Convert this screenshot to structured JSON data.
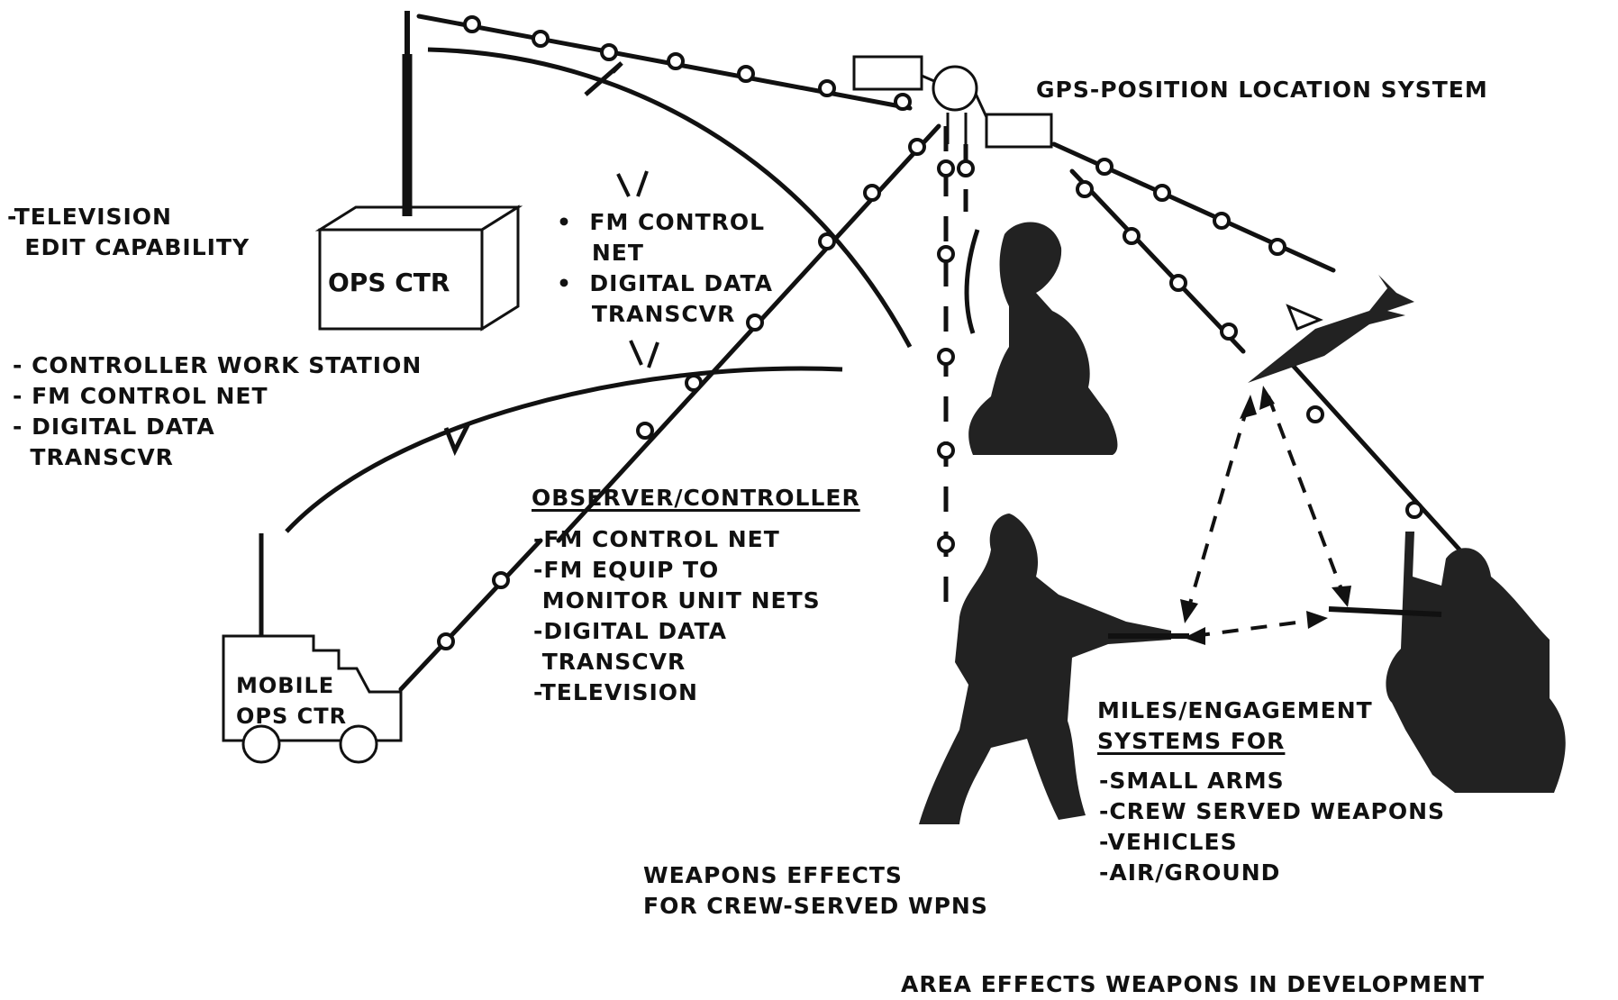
{
  "labels": {
    "gps": "GPS-POSITION LOCATION SYSTEM",
    "tv_edit": [
      "-TELEVISION",
      "  EDIT CAPABILITY"
    ],
    "ops_ctr": "OPS CTR",
    "fm_digital": [
      "•  FM CONTROL",
      "    NET",
      "•  DIGITAL DATA",
      "    TRANSCVR"
    ],
    "controller_ws": [
      "- CONTROLLER WORK STATION",
      "- FM CONTROL NET",
      "- DIGITAL DATA",
      "  TRANSCVR"
    ],
    "observer_title": "OBSERVER/CONTROLLER",
    "observer_items": [
      "-FM CONTROL NET",
      "-FM EQUIP TO",
      " MONITOR UNIT NETS",
      "-DIGITAL DATA",
      " TRANSCVR",
      "-TELEVISION"
    ],
    "mobile_ops": [
      "MOBILE",
      "OPS CTR"
    ],
    "miles_title": [
      "MILES/ENGAGEMENT",
      "SYSTEMS FOR"
    ],
    "miles_items": [
      "-SMALL ARMS",
      "-CREW SERVED WEAPONS",
      "-VEHICLES",
      "-AIR/GROUND"
    ],
    "weapons_effects": [
      "WEAPONS EFFECTS",
      "FOR CREW-SERVED WPNS"
    ],
    "area_effects": "AREA EFFECTS WEAPONS IN DEVELOPMENT"
  },
  "colors": {
    "ink": "#111111",
    "paper": "#ffffff"
  },
  "icons": [
    "antenna-icon",
    "satellite-icon",
    "soldier-icon",
    "jet-icon",
    "truck-icon",
    "ops-box-icon",
    "radio-wave-icon"
  ]
}
